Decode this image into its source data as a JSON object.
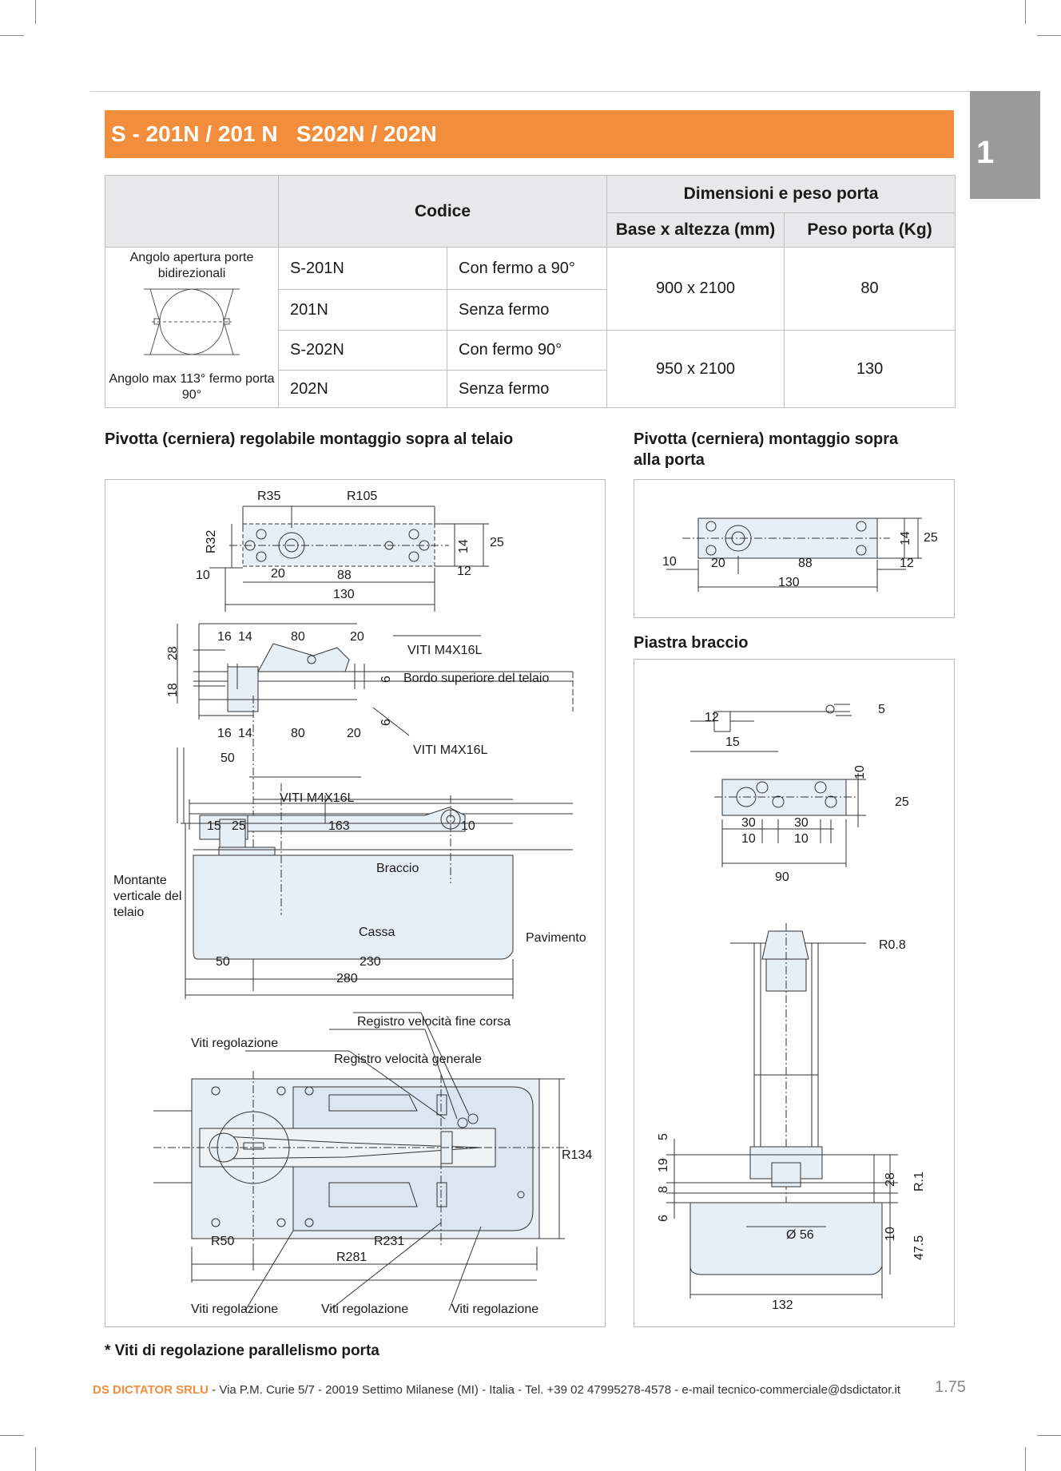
{
  "header": {
    "title": "S - 201N / 201 N   S202N / 202N",
    "chapter_tab": "1"
  },
  "spec_table": {
    "header_codice": "Codice",
    "header_dimensioni": "Dimensioni e peso porta",
    "header_base": "Base x altezza (mm)",
    "header_peso": "Peso porta (Kg)",
    "diagram_caption_top": "Angolo apertura porte bidirezionali",
    "diagram_caption_bottom": "Angolo max 113° fermo porta 90°",
    "rows": [
      {
        "code": "S-201N",
        "desc": "Con fermo a 90°"
      },
      {
        "code": "201N",
        "desc": "Senza fermo"
      },
      {
        "code": "S-202N",
        "desc": "Con fermo 90°"
      },
      {
        "code": "202N",
        "desc": "Senza fermo"
      }
    ],
    "groups": [
      {
        "dimension": "900 x 2100",
        "weight": "80"
      },
      {
        "dimension": "950 x 2100",
        "weight": "130"
      }
    ]
  },
  "sections": {
    "left_title": "Pivotta (cerniera) regolabile montaggio sopra al telaio",
    "right_top_title": "Pivotta (cerniera) montaggio sopra alla porta",
    "right_bottom_title": "Piastra braccio",
    "footnote": "* Viti di regolazione parallelismo porta"
  },
  "left_drawing": {
    "top": {
      "R35": "R35",
      "R105": "R105",
      "R32": "R32",
      "d14": "14",
      "d25": "25",
      "d10": "10",
      "d20": "20",
      "d88": "88",
      "d12": "12",
      "d130": "130"
    },
    "mid": {
      "d16a": "16",
      "d14a": "14",
      "d80a": "80",
      "d20a": "20",
      "d28": "28",
      "d18": "18",
      "d6a": "6",
      "d6b": "6",
      "d16b": "16",
      "d14b": "14",
      "d80b": "80",
      "d20b": "20",
      "d50": "50",
      "viti1": "VITI M4X16L",
      "bordo": "Bordo superiore del telaio",
      "viti2": "VITI M4X16L"
    },
    "arm": {
      "viti3": "VITI M4X16L",
      "d15": "15",
      "d25": "25",
      "d163": "163",
      "d10": "10",
      "braccio": "Braccio",
      "montante": "Montante verticale del telaio",
      "cassa": "Cassa",
      "pavimento": "Pavimento",
      "d50": "50",
      "d230": "230",
      "d280": "280"
    },
    "plan": {
      "reg_fine": "Registro velocità fine corsa",
      "viti_reg_top": "Viti regolazione",
      "reg_gen": "Registro velocità generale",
      "R134": "R134",
      "R50": "R50",
      "R231": "R231",
      "R281": "R281",
      "viti_a": "Viti regolazione",
      "viti_b": "Viti regolazione",
      "viti_c": "Viti regolazione"
    }
  },
  "right_drawing_top": {
    "d10": "10",
    "d20": "20",
    "d88": "88",
    "d12": "12",
    "d14": "14",
    "d25": "25",
    "d130": "130"
  },
  "right_drawing_bottom": {
    "d12": "12",
    "d5": "5",
    "d15": "15",
    "d10": "10",
    "d25": "25",
    "d30a": "30",
    "d30b": "30",
    "d10a": "10",
    "d10b": "10",
    "d90": "90",
    "R08": "R0.8",
    "v5": "5",
    "v19": "19",
    "v8": "8",
    "v6": "6",
    "v28": "28",
    "R1": "R.1",
    "v10": "10",
    "v475": "47.5",
    "diam56": "Ø 56",
    "d132": "132"
  },
  "footer": {
    "brand": "DS DICTATOR SRLU",
    "address": " - Via P.M. Curie 5/7 - 20019 Settimo Milanese (MI) - Italia - Tel. +39 02 47995278-4578 - e-mail tecnico-commerciale@dsdictator.it",
    "page": "1.75"
  }
}
